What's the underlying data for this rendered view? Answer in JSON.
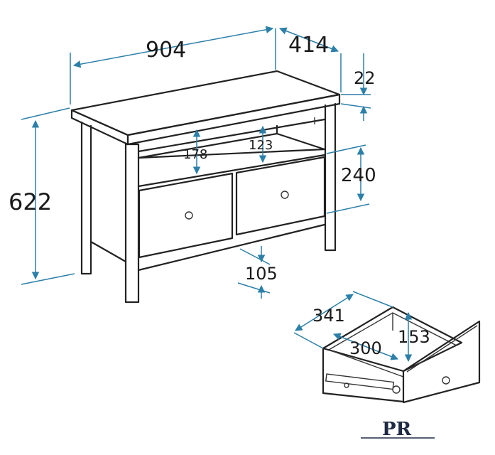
{
  "dimensions": {
    "width": "904",
    "depth": "414",
    "top_thickness": "22",
    "height": "622",
    "shelf_gap": "178",
    "shelf_opening": "123",
    "drawer_height": "240",
    "plinth": "105",
    "drawer_depth": "341",
    "drawer_inner_width": "300",
    "drawer_inner_height": "153"
  },
  "logo": {
    "mark": "PR"
  },
  "colors": {
    "outline": "#222222",
    "dimension": "#2b7fa8",
    "logo": "#1f2a44"
  }
}
